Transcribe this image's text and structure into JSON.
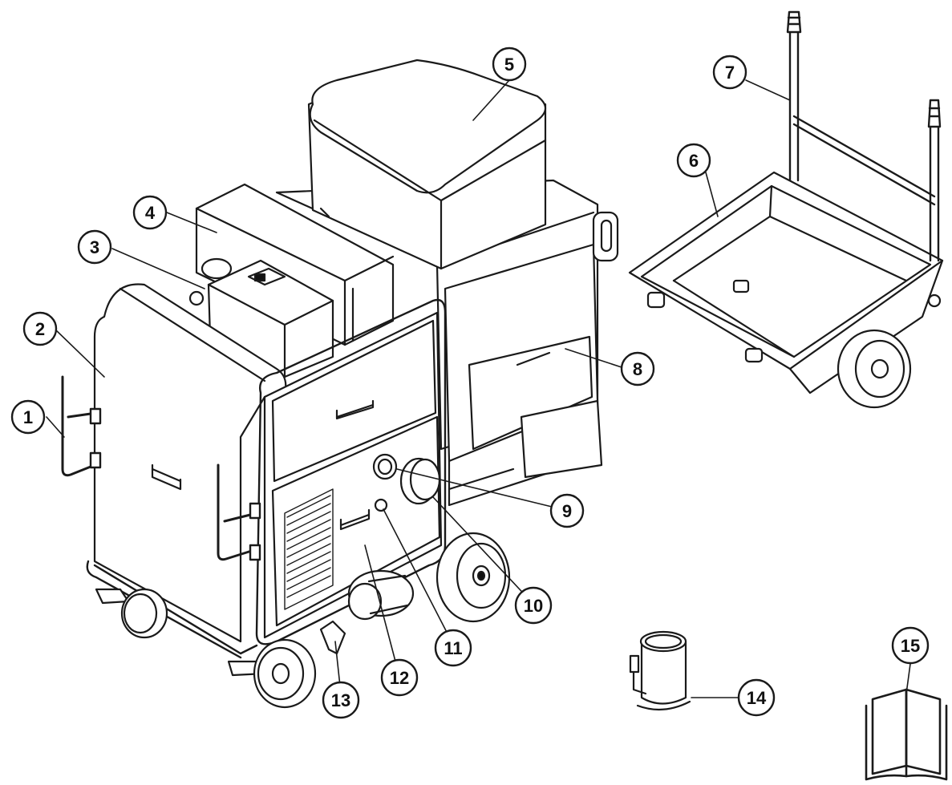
{
  "diagram": {
    "background": "#ffffff",
    "line_color": "#1a1a1a",
    "callouts": [
      {
        "id": 1,
        "label": "1"
      },
      {
        "id": 2,
        "label": "2"
      },
      {
        "id": 3,
        "label": "3"
      },
      {
        "id": 4,
        "label": "4"
      },
      {
        "id": 5,
        "label": "5"
      },
      {
        "id": 6,
        "label": "6"
      },
      {
        "id": 7,
        "label": "7"
      },
      {
        "id": 8,
        "label": "8"
      },
      {
        "id": 9,
        "label": "9"
      },
      {
        "id": 10,
        "label": "10"
      },
      {
        "id": 11,
        "label": "11"
      },
      {
        "id": 12,
        "label": "12"
      },
      {
        "id": 13,
        "label": "13"
      },
      {
        "id": 14,
        "label": "14"
      },
      {
        "id": 15,
        "label": "15"
      }
    ],
    "icons": [
      "manual-book-icon"
    ]
  }
}
